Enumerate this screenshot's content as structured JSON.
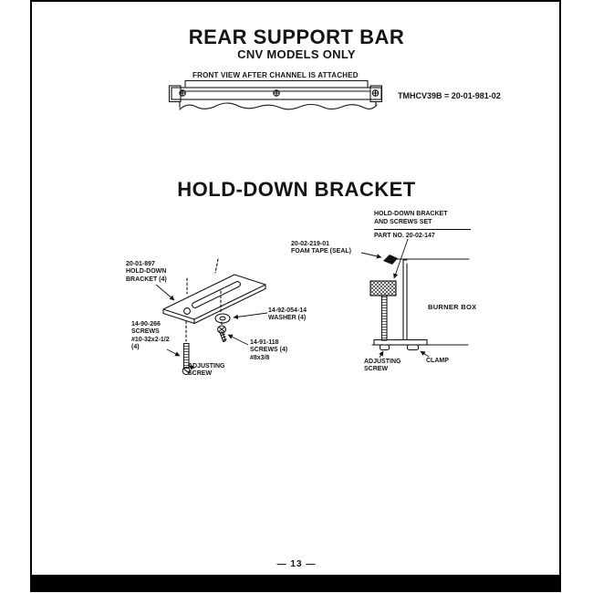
{
  "page": {
    "number": "— 13 —"
  },
  "rear_support_bar": {
    "title": "REAR SUPPORT BAR",
    "subtitle": "CNV MODELS ONLY",
    "caption": "FRONT VIEW AFTER CHANNEL IS ATTACHED",
    "model_code": "TMHCV39B = 20-01-981-02"
  },
  "hold_down_bracket": {
    "title": "HOLD-DOWN BRACKET",
    "kit": {
      "name": "HOLD-DOWN BRACKET\nAND SCREWS SET",
      "part_no": "PART NO. 20-02-147"
    },
    "labels": {
      "foam_tape": "20-02-219-01\nFOAM TAPE (SEAL)",
      "bracket": "20-01-897\nHOLD-DOWN\nBRACKET (4)",
      "screws_long": "14-90-266\nSCREWS\n#10-32x2-1/2\n(4)",
      "washer": "14-92-054-14\nWASHER (4)",
      "screws_short": "14-91-118\nSCREWS (4)\n#8x3/8",
      "adjusting_screw_left": "ADJUSTING\nSCREW",
      "burner_box": "BURNER BOX",
      "adjusting_screw_right": "ADJUSTING\nSCREW",
      "clamp": "CLAMP"
    }
  },
  "colors": {
    "ink": "#141414",
    "paper": "#ffffff"
  }
}
